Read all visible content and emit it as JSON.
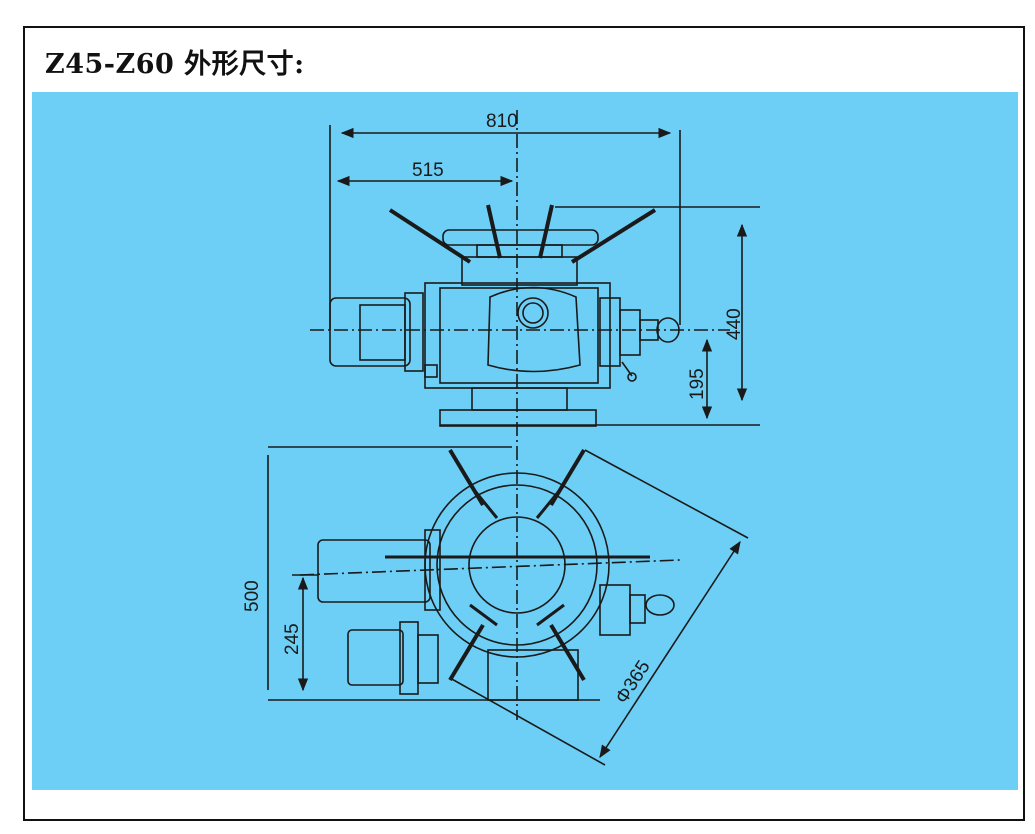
{
  "title": "Z45-Z60 外形尺寸:",
  "colors": {
    "panel": "#6dcff6",
    "line": "#1a1a1a"
  },
  "dimensions": {
    "overall_width": "810",
    "half_width": "515",
    "overall_height": "440",
    "shaft_height": "195",
    "plan_depth": "500",
    "plan_offset": "245",
    "handwheel_diameter": "Φ365"
  }
}
